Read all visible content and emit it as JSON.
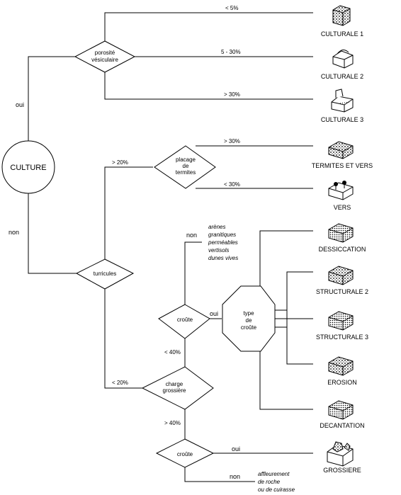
{
  "root": {
    "label": "CULTURE",
    "yes": "oui",
    "no": "non"
  },
  "nodes": {
    "porosity": {
      "line1": "porosité",
      "line2": "vésiculaire"
    },
    "termites": {
      "line1": "placage",
      "line2": "de",
      "line3": "termites"
    },
    "turricules": {
      "label": "turricules"
    },
    "croute1": {
      "label": "croûte"
    },
    "charge": {
      "line1": "charge",
      "line2": "grossière"
    },
    "croute2": {
      "label": "croûte"
    },
    "type": {
      "line1": "type",
      "line2": "de",
      "line3": "croûte"
    }
  },
  "edges": {
    "lt5": "< 5%",
    "p5_30": "5 - 30%",
    "gt30": "> 30%",
    "gt20": "> 20%",
    "term_gt30": "> 30%",
    "term_lt30": "< 30%",
    "lt20": "< 20%",
    "croute_non": "non",
    "croute_oui": "oui",
    "lt40": "< 40%",
    "gt40": "> 40%",
    "c2_oui": "oui",
    "c2_non": "non"
  },
  "notes": {
    "no_crust": [
      "arènes",
      "granitiques",
      "perméables",
      "vertisols",
      "dunes vives"
    ],
    "outcrop": [
      "affleurement",
      "de roche",
      "ou de cuirasse"
    ]
  },
  "outcomes": [
    {
      "label": "CULTURALE 1",
      "icon": "culturale-1-soil-block-icon"
    },
    {
      "label": "CULTURALE 2",
      "icon": "culturale-2-soil-block-icon"
    },
    {
      "label": "CULTURALE 3",
      "icon": "culturale-3-soil-block-icon"
    },
    {
      "label": "TERMITES ET VERS",
      "icon": "termites-soil-block-icon"
    },
    {
      "label": "VERS",
      "icon": "worms-soil-block-icon"
    },
    {
      "label": "DESSICCATION",
      "icon": "dessiccation-soil-block-icon"
    },
    {
      "label": "STRUCTURALE 2",
      "icon": "structurale-2-soil-block-icon"
    },
    {
      "label": "STRUCTURALE 3",
      "icon": "structurale-3-soil-block-icon"
    },
    {
      "label": "EROSION",
      "icon": "erosion-soil-block-icon"
    },
    {
      "label": "DECANTATION",
      "icon": "decantation-soil-block-icon"
    },
    {
      "label": "GROSSIERE",
      "icon": "grossiere-soil-block-icon"
    }
  ]
}
